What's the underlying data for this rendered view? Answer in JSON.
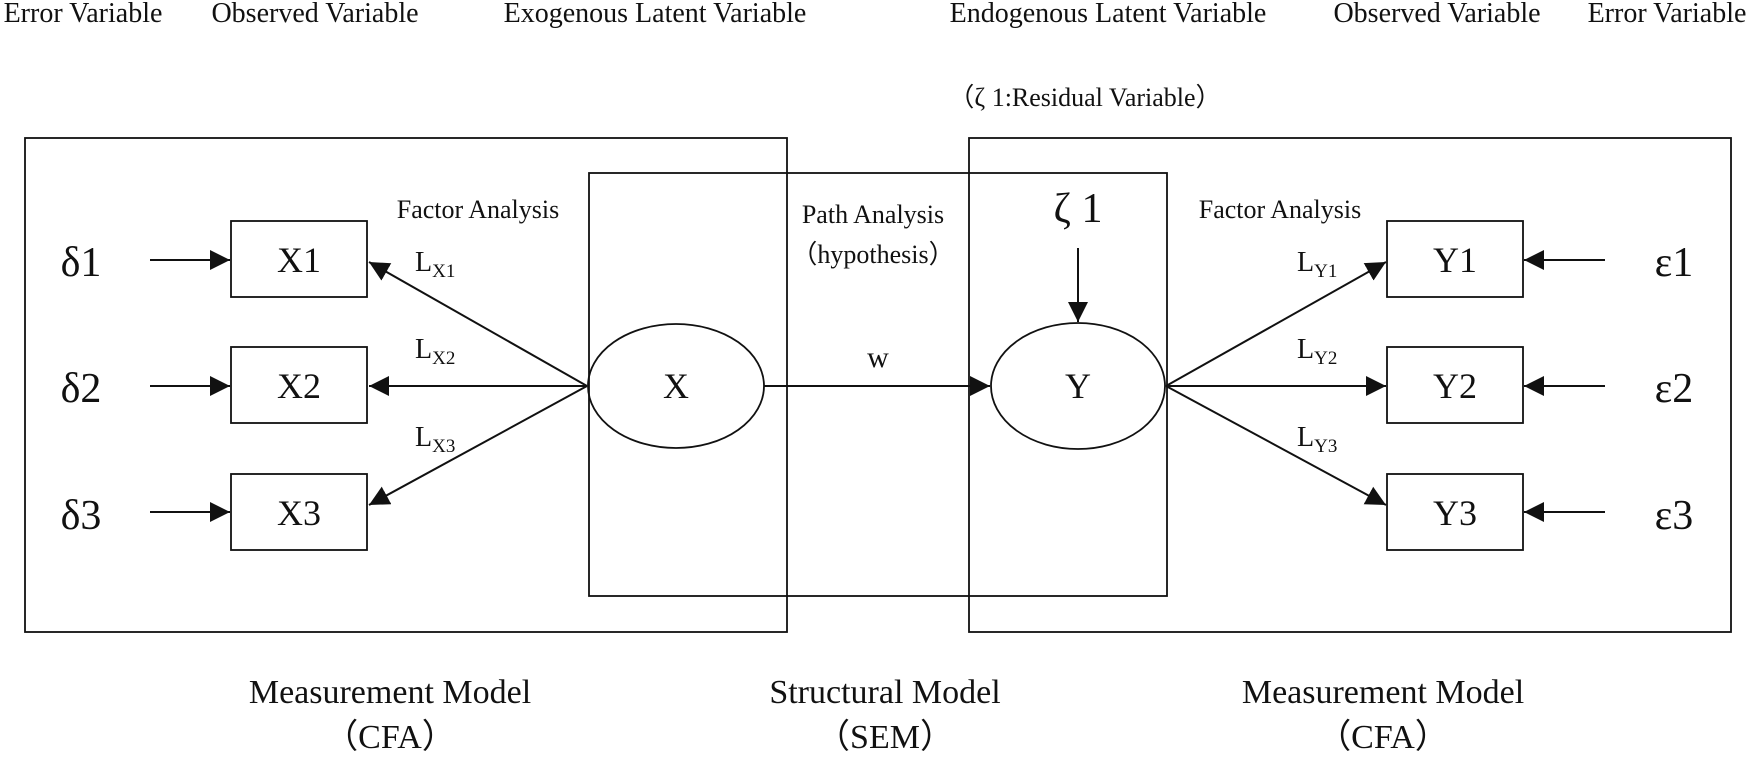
{
  "headers": {
    "error_left": "Error Variable",
    "observed_left": "Observed Variable",
    "exogenous": "Exogenous Latent Variable",
    "endogenous": "Endogenous Latent Variable",
    "observed_right": "Observed Variable",
    "error_right": "Error Variable"
  },
  "residual_note": "（ζ 1:Residual Variable）",
  "left_panel": {
    "factor_label": "Factor Analysis",
    "errors": [
      "δ1",
      "δ2",
      "δ3"
    ],
    "indicators": [
      "X1",
      "X2",
      "X3"
    ],
    "loadings": [
      {
        "main": "L",
        "sub": "X1"
      },
      {
        "main": "L",
        "sub": "X2"
      },
      {
        "main": "L",
        "sub": "X3"
      }
    ]
  },
  "center_panel": {
    "path_label": "Path Analysis",
    "path_sub": "（hypothesis）",
    "exogenous_node": "X",
    "endogenous_node": "Y",
    "path_weight": "w",
    "residual": "ζ 1"
  },
  "right_panel": {
    "factor_label": "Factor Analysis",
    "errors": [
      "ε1",
      "ε2",
      "ε3"
    ],
    "indicators": [
      "Y1",
      "Y2",
      "Y3"
    ],
    "loadings": [
      {
        "main": "L",
        "sub": "Y1"
      },
      {
        "main": "L",
        "sub": "Y2"
      },
      {
        "main": "L",
        "sub": "Y3"
      }
    ]
  },
  "footers": {
    "left_title": "Measurement Model",
    "left_sub": "（CFA）",
    "center_title": "Structural Model",
    "center_sub": "（SEM）",
    "right_title": "Measurement Model",
    "right_sub": "（CFA）"
  }
}
